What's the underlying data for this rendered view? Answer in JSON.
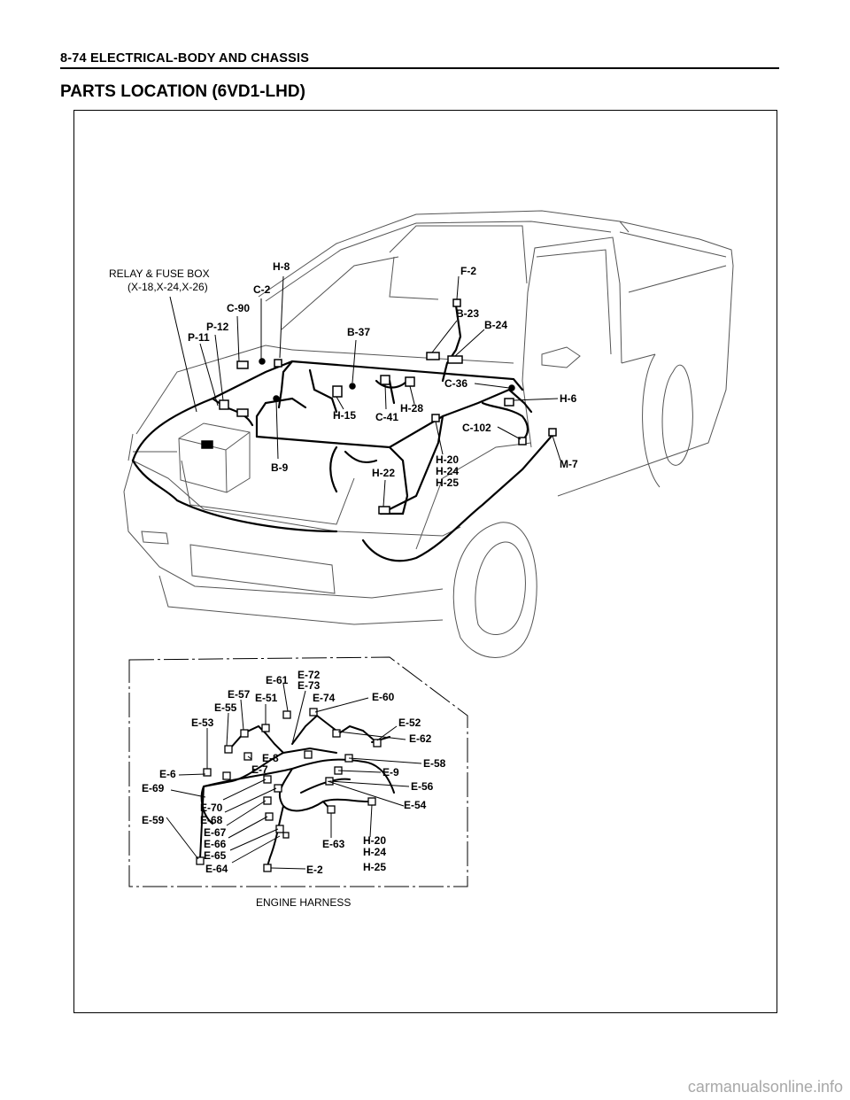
{
  "header": {
    "title": "8-74  ELECTRICAL-BODY AND CHASSIS"
  },
  "section": {
    "title": "PARTS LOCATION (6VD1-LHD)"
  },
  "labels": {
    "relay_box": "RELAY & FUSE BOX",
    "relay_box_sub": "(X-18,X-24,X-26)",
    "h8": "H-8",
    "f2": "F-2",
    "c2": "C-2",
    "c90": "C-90",
    "p12": "P-12",
    "p11": "P-11",
    "b23": "B-23",
    "b24": "B-24",
    "b37": "B-37",
    "c36": "C-36",
    "h6": "H-6",
    "h15": "H-15",
    "c41": "C-41",
    "h28": "H-28",
    "c102": "C-102",
    "b9": "B-9",
    "h22": "H-22",
    "h20": "H-20",
    "h24": "H-24",
    "h25": "H-25",
    "m7": "M-7"
  },
  "engine": {
    "caption": "ENGINE HARNESS",
    "e61": "E-61",
    "e72": "E-72",
    "e73": "E-73",
    "e57": "E-57",
    "e51": "E-51",
    "e55": "E-55",
    "e74": "E-74",
    "e60": "E-60",
    "e53": "E-53",
    "e52": "E-52",
    "e62": "E-62",
    "e8": "E-8",
    "e7": "E-7",
    "e58": "E-58",
    "e6": "E-6",
    "e9": "E-9",
    "e69": "E-69",
    "e56": "E-56",
    "e70": "E-70",
    "e54": "E-54",
    "e68": "E-68",
    "e59": "E-59",
    "e67": "E-67",
    "e66": "E-66",
    "e63": "E-63",
    "h20": "H-20",
    "e65": "E-65",
    "h24": "H-24",
    "e64": "E-64",
    "e2": "E-2",
    "h25": "H-25"
  },
  "watermark": "carmanualsonline.info"
}
